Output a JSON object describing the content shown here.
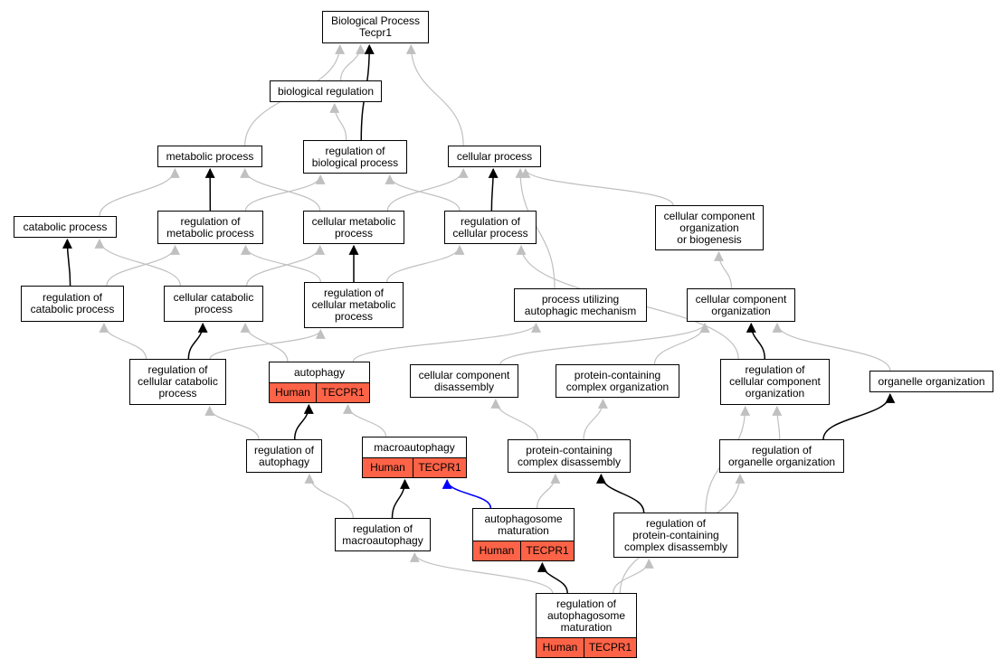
{
  "colors": {
    "edge_default": "#c0c0c0",
    "edge_direct": "#000000",
    "edge_highlight": "#0000ff",
    "annotation_fill": "#ff6347"
  },
  "nodes": [
    {
      "id": "root",
      "label": "Biological Process\nTecpr1"
    },
    {
      "id": "bioreg",
      "label": "biological regulation"
    },
    {
      "id": "metab",
      "label": "metabolic process"
    },
    {
      "id": "regbio",
      "label": "regulation of\nbiological process"
    },
    {
      "id": "cellp",
      "label": "cellular process"
    },
    {
      "id": "catab",
      "label": "catabolic process"
    },
    {
      "id": "regmet",
      "label": "regulation of\nmetabolic process"
    },
    {
      "id": "cellmet",
      "label": "cellular metabolic\nprocess"
    },
    {
      "id": "regcell",
      "label": "regulation of\ncellular process"
    },
    {
      "id": "ccob",
      "label": "cellular component\norganization\nor biogenesis"
    },
    {
      "id": "regcat",
      "label": "regulation of\ncatabolic process"
    },
    {
      "id": "cellcat",
      "label": "cellular catabolic\nprocess"
    },
    {
      "id": "regcmp",
      "label": "regulation of\ncellular metabolic\nprocess"
    },
    {
      "id": "procaut",
      "label": "process utilizing\nautophagic mechanism"
    },
    {
      "id": "cco",
      "label": "cellular component\norganization"
    },
    {
      "id": "regccp",
      "label": "regulation of\ncellular catabolic\nprocess"
    },
    {
      "id": "autoph",
      "label": "autophagy",
      "annotation": {
        "species": "Human",
        "gene": "TECPR1"
      }
    },
    {
      "id": "ccdis",
      "label": "cellular component\ndisassembly"
    },
    {
      "id": "pcco",
      "label": "protein-containing\ncomplex organization"
    },
    {
      "id": "regcco",
      "label": "regulation of\ncellular component\norganization"
    },
    {
      "id": "orgorg",
      "label": "organelle organization"
    },
    {
      "id": "regaut",
      "label": "regulation of\nautophagy"
    },
    {
      "id": "macro",
      "label": "macroautophagy",
      "annotation": {
        "species": "Human",
        "gene": "TECPR1"
      }
    },
    {
      "id": "pcdis",
      "label": "protein-containing\ncomplex disassembly"
    },
    {
      "id": "regorg",
      "label": "regulation of\norganelle organization"
    },
    {
      "id": "regmac",
      "label": "regulation of\nmacroautophagy"
    },
    {
      "id": "aumat",
      "label": "autophagosome\nmaturation",
      "annotation": {
        "species": "Human",
        "gene": "TECPR1"
      }
    },
    {
      "id": "regpcd",
      "label": "regulation of\nprotein-containing\ncomplex disassembly"
    },
    {
      "id": "regaum",
      "label": "regulation of\nautophagosome\nmaturation",
      "annotation": {
        "species": "Human",
        "gene": "TECPR1"
      }
    }
  ],
  "edges": [
    {
      "from": "bioreg",
      "to": "root",
      "style": "default"
    },
    {
      "from": "metab",
      "to": "root",
      "style": "default"
    },
    {
      "from": "regbio",
      "to": "root",
      "style": "direct"
    },
    {
      "from": "cellp",
      "to": "root",
      "style": "default"
    },
    {
      "from": "regbio",
      "to": "bioreg",
      "style": "default"
    },
    {
      "from": "regmet",
      "to": "metab",
      "style": "direct"
    },
    {
      "from": "catab",
      "to": "metab",
      "style": "default"
    },
    {
      "from": "cellmet",
      "to": "metab",
      "style": "default"
    },
    {
      "from": "regmet",
      "to": "regbio",
      "style": "default"
    },
    {
      "from": "regcell",
      "to": "regbio",
      "style": "default"
    },
    {
      "from": "regcell",
      "to": "cellp",
      "style": "direct"
    },
    {
      "from": "cellmet",
      "to": "cellp",
      "style": "default"
    },
    {
      "from": "ccob",
      "to": "cellp",
      "style": "default"
    },
    {
      "from": "procaut",
      "to": "cellp",
      "style": "default"
    },
    {
      "from": "regcat",
      "to": "catab",
      "style": "direct"
    },
    {
      "from": "cellcat",
      "to": "catab",
      "style": "default"
    },
    {
      "from": "regcat",
      "to": "regmet",
      "style": "default"
    },
    {
      "from": "regcmp",
      "to": "regmet",
      "style": "default"
    },
    {
      "from": "regcmp",
      "to": "cellmet",
      "style": "direct"
    },
    {
      "from": "cellcat",
      "to": "cellmet",
      "style": "default"
    },
    {
      "from": "regcmp",
      "to": "regcell",
      "style": "default"
    },
    {
      "from": "regcco",
      "to": "regcell",
      "style": "default"
    },
    {
      "from": "cco",
      "to": "ccob",
      "style": "default"
    },
    {
      "from": "regccp",
      "to": "regcat",
      "style": "default"
    },
    {
      "from": "regccp",
      "to": "cellcat",
      "style": "direct"
    },
    {
      "from": "autoph",
      "to": "cellcat",
      "style": "default"
    },
    {
      "from": "regccp",
      "to": "regcmp",
      "style": "default"
    },
    {
      "from": "autoph",
      "to": "procaut",
      "style": "default"
    },
    {
      "from": "ccdis",
      "to": "cco",
      "style": "default"
    },
    {
      "from": "pcco",
      "to": "cco",
      "style": "default"
    },
    {
      "from": "regcco",
      "to": "cco",
      "style": "direct"
    },
    {
      "from": "orgorg",
      "to": "cco",
      "style": "default"
    },
    {
      "from": "regaut",
      "to": "regccp",
      "style": "default"
    },
    {
      "from": "regaut",
      "to": "autoph",
      "style": "direct"
    },
    {
      "from": "macro",
      "to": "autoph",
      "style": "default"
    },
    {
      "from": "pcdis",
      "to": "ccdis",
      "style": "default"
    },
    {
      "from": "pcdis",
      "to": "pcco",
      "style": "default"
    },
    {
      "from": "regorg",
      "to": "regcco",
      "style": "default"
    },
    {
      "from": "regpcd",
      "to": "regcco",
      "style": "default"
    },
    {
      "from": "regorg",
      "to": "orgorg",
      "style": "direct"
    },
    {
      "from": "regmac",
      "to": "regaut",
      "style": "default"
    },
    {
      "from": "regmac",
      "to": "macro",
      "style": "direct"
    },
    {
      "from": "aumat",
      "to": "macro",
      "style": "highlight"
    },
    {
      "from": "aumat",
      "to": "pcdis",
      "style": "default"
    },
    {
      "from": "regpcd",
      "to": "pcdis",
      "style": "direct"
    },
    {
      "from": "regaum",
      "to": "regmac",
      "style": "default"
    },
    {
      "from": "regaum",
      "to": "aumat",
      "style": "direct"
    },
    {
      "from": "regaum",
      "to": "regpcd",
      "style": "default"
    },
    {
      "from": "regaum",
      "to": "regorg",
      "style": "default"
    }
  ]
}
